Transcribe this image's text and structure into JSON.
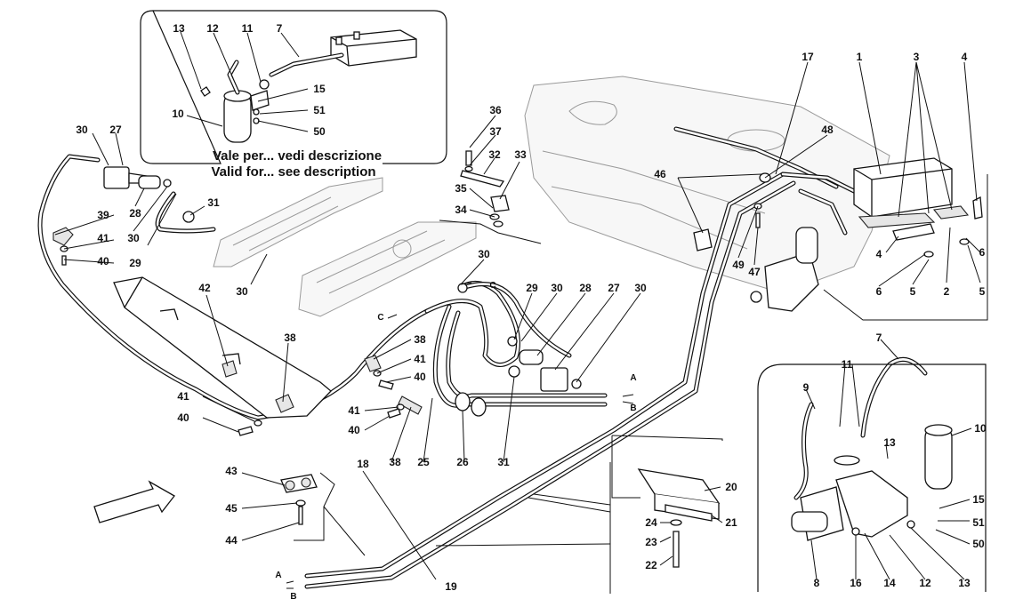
{
  "note": {
    "line1": "Vale per... vedi descrizione",
    "line2": "Valid for... see description"
  },
  "connectors": {
    "a": "A",
    "b": "B",
    "c": "C"
  },
  "part_labels": [
    "1",
    "2",
    "3",
    "4",
    "5",
    "6",
    "7",
    "8",
    "9",
    "10",
    "11",
    "12",
    "13",
    "14",
    "15",
    "16",
    "17",
    "18",
    "19",
    "20",
    "21",
    "22",
    "23",
    "24",
    "25",
    "26",
    "27",
    "28",
    "29",
    "30",
    "31",
    "32",
    "33",
    "34",
    "35",
    "36",
    "37",
    "38",
    "39",
    "40",
    "41",
    "42",
    "43",
    "44",
    "45",
    "46",
    "47",
    "48",
    "49",
    "50",
    "51"
  ]
}
